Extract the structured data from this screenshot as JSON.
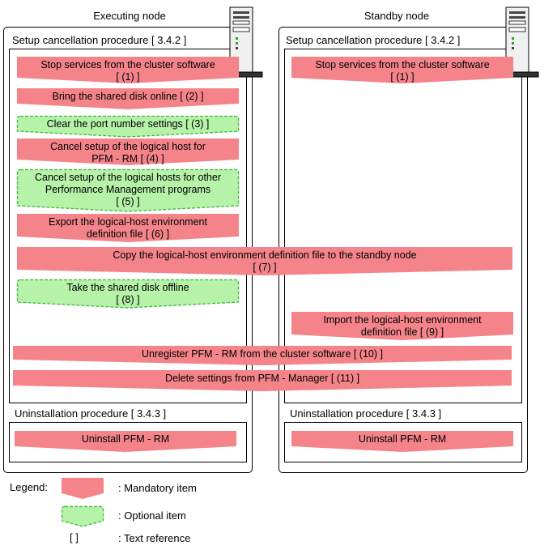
{
  "executing": {
    "title": "Executing node",
    "setup_title": "Setup cancellation procedure [ 3.4.2 ]",
    "uninstall_title": "Uninstallation procedure [ 3.4.3 ]",
    "steps": [
      {
        "text": "Stop services from the cluster software\n[ (1) ]",
        "kind": "mandatory"
      },
      {
        "text": "Bring the shared disk online [ (2) ]",
        "kind": "mandatory"
      },
      {
        "text": "Clear the port number settings [ (3) ]",
        "kind": "optional"
      },
      {
        "text": "Cancel setup of the logical host for\nPFM - RM [ (4) ]",
        "kind": "mandatory"
      },
      {
        "text": "Cancel setup of the logical hosts for other\nPerformance Management programs\n[ (5) ]",
        "kind": "optional"
      },
      {
        "text": "Export the logical-host environment\ndefinition file [ (6) ]",
        "kind": "mandatory"
      },
      {
        "text": "Take the shared disk offline\n[ (8) ]",
        "kind": "optional"
      }
    ],
    "uninstall_step": "Uninstall PFM - RM"
  },
  "standby": {
    "title": "Standby node",
    "setup_title": "Setup cancellation procedure [ 3.4.2 ]",
    "uninstall_title": "Uninstallation procedure [ 3.4.3 ]",
    "steps": [
      {
        "text": "Stop services from the cluster software\n[ (1) ]",
        "kind": "mandatory"
      },
      {
        "text": "Import the logical-host environment\ndefinition file [ (9) ]",
        "kind": "mandatory"
      }
    ],
    "uninstall_step": "Uninstall PFM - RM"
  },
  "shared_steps": [
    {
      "text": "Copy the logical-host environment definition file to the standby node\n[ (7) ]",
      "kind": "mandatory"
    },
    {
      "text": "Unregister PFM - RM from the cluster software [ (10) ]",
      "kind": "mandatory"
    },
    {
      "text": "Delete settings from PFM - Manager [ (11) ]",
      "kind": "mandatory"
    }
  ],
  "legend": {
    "title": "Legend:",
    "mandatory": ": Mandatory item",
    "optional": ": Optional item",
    "reference_symbol": "[      ]",
    "reference": ": Text reference"
  },
  "colors": {
    "mandatory_fill": "#f4848a",
    "optional_fill": "#b6f2a8",
    "optional_stroke": "#3cb83c"
  },
  "icons": [
    "server-icon"
  ]
}
